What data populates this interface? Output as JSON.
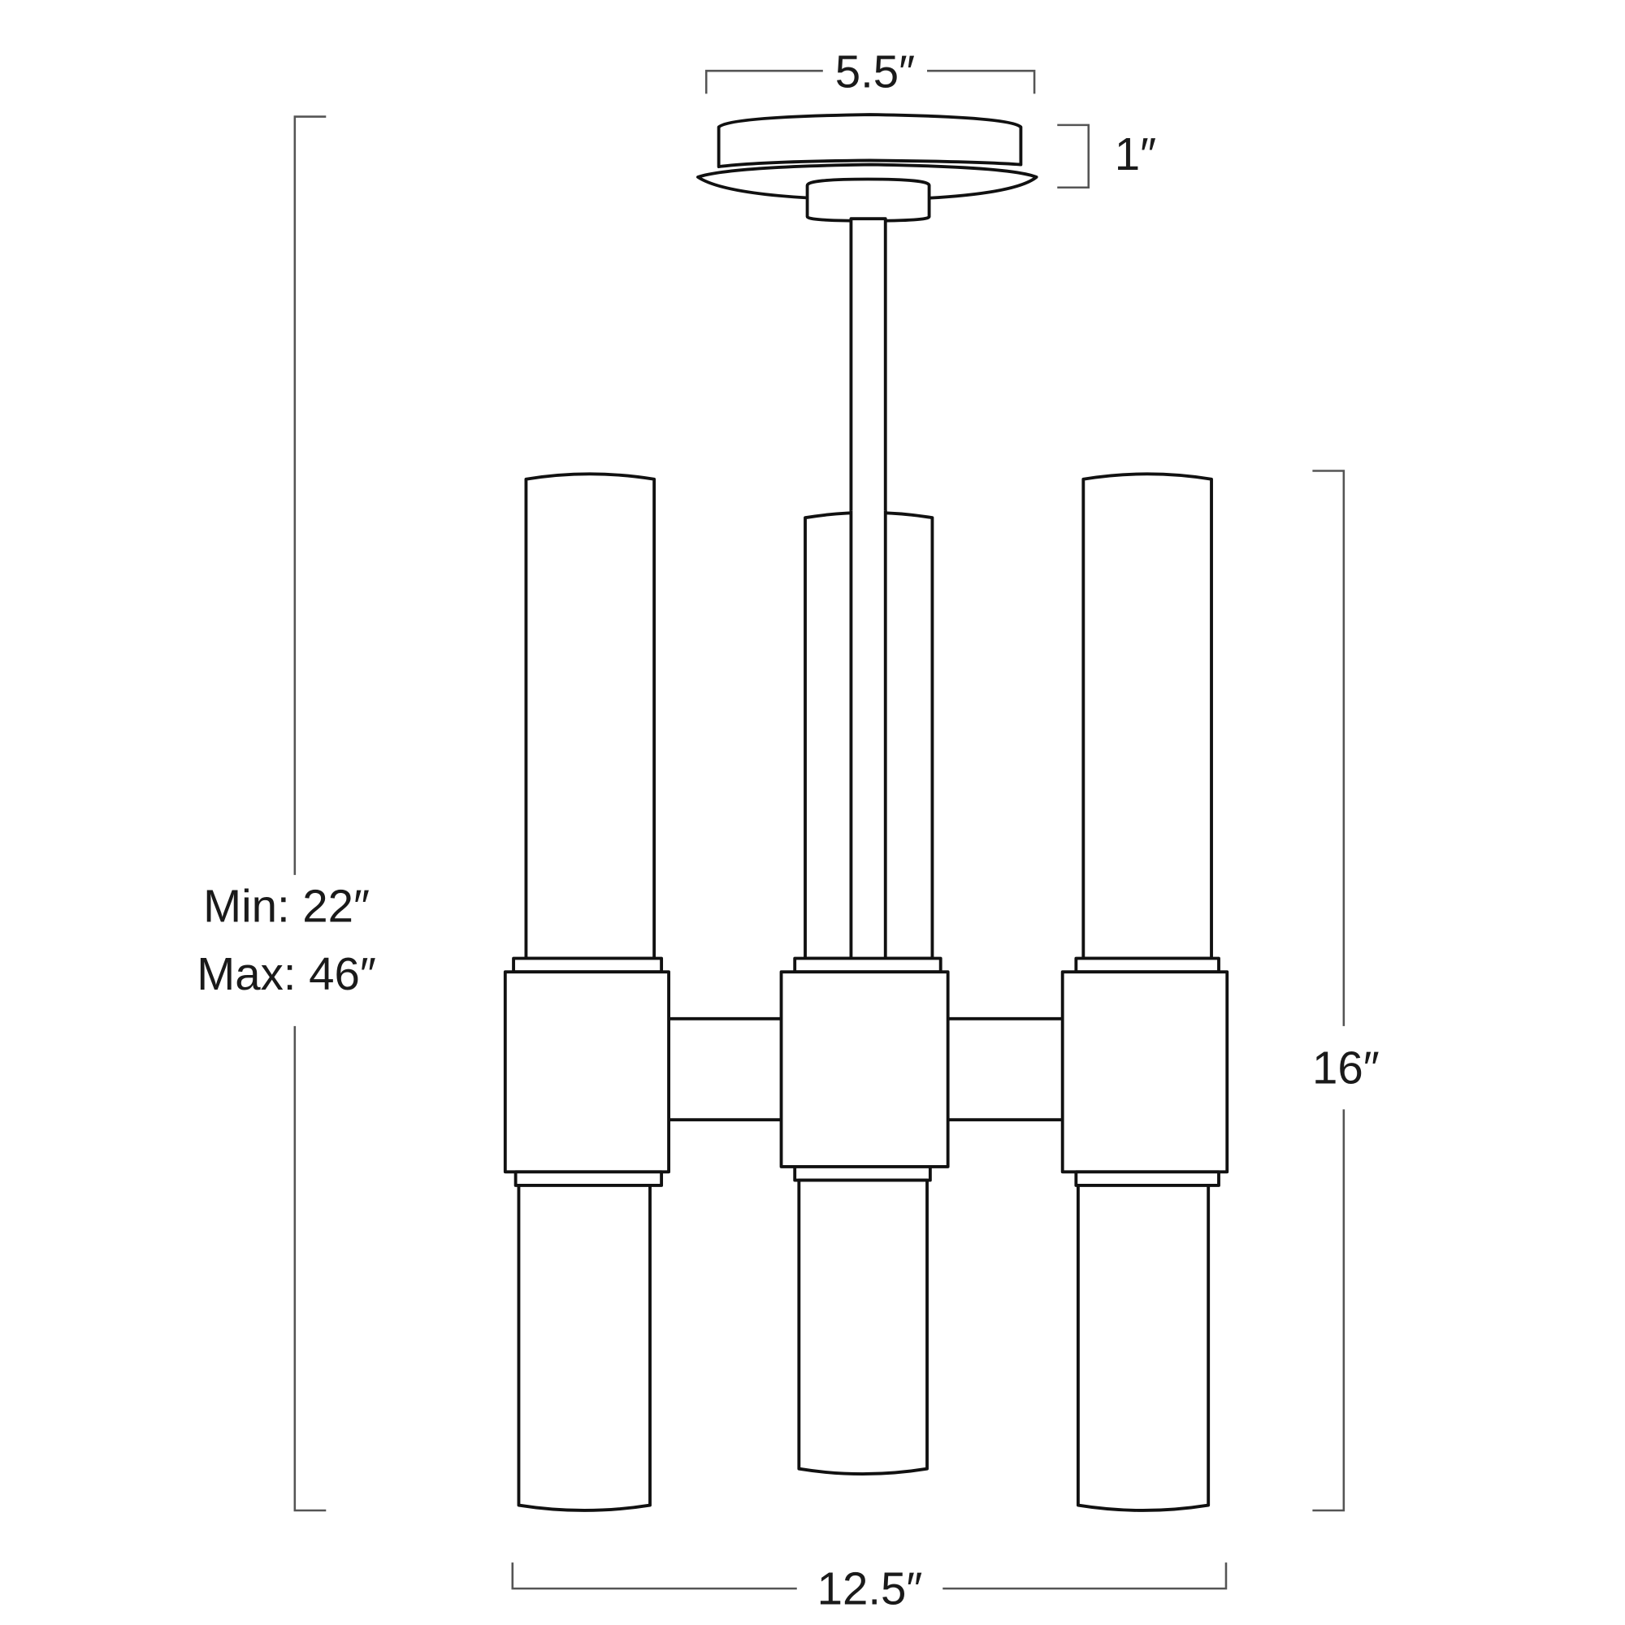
{
  "dimensions": {
    "canopy_width": "5.5″",
    "canopy_height": "1″",
    "overall_height_min": "Min: 22″",
    "overall_height_max": "Max: 46″",
    "fixture_height": "16″",
    "fixture_width": "12.5″"
  },
  "colors": {
    "line": "#111111",
    "dimension": "#555555",
    "background": "#ffffff"
  }
}
